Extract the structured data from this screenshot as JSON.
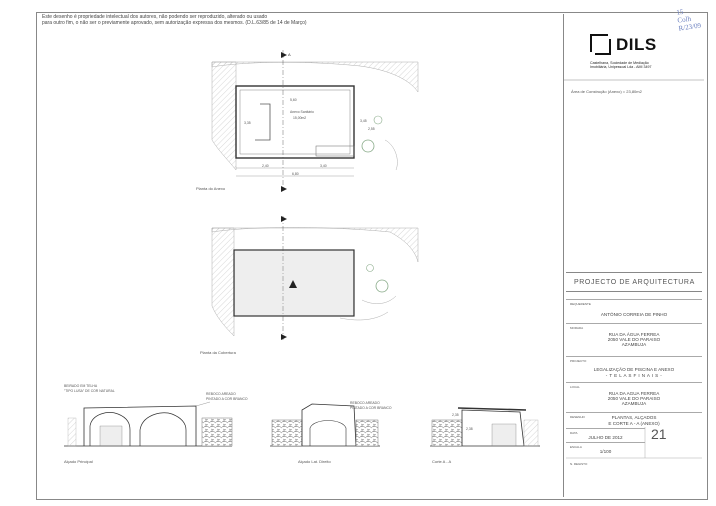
{
  "notice": {
    "line1": "Este desenho é propriedade intelectual dos autores, não podendo ser reproduzido, alterado ou usado",
    "line2": "para outro fim, o não ser o previamente aprovado, sem autorização expressa dos mesmos. (D.L.63/85 de 14 de Março)"
  },
  "stamp": {
    "line1": "15",
    "line2": "Colh",
    "line3": "R/23/09"
  },
  "logo": {
    "brand": "DILS",
    "sub1": "Castelhana, Sociedade de Mediação",
    "sub2": "Imobiliária, Unipessoal Lda - AMI 3497"
  },
  "area": "Área de Construção (Anexo) = 23,80m2",
  "project_title": "PROJECTO DE ARQUITECTURA",
  "requerente": {
    "label": "REQUERENTE",
    "name": "ANTÓNIO CORREIA DE PINHO"
  },
  "morada": {
    "label": "MORADA",
    "line1": "RUA DA ÁGUA FERREA",
    "line2": "2050 VALE DO PARAISO",
    "line3": "AZAMBUJA"
  },
  "projecto": {
    "label": "PROJECTO",
    "line1": "LEGALIZAÇÃO DE PISCINA E ANEXO",
    "line2": "- T E L A S   F I N A I S -"
  },
  "local": {
    "label": "LOCAL",
    "line1": "RUA DA AGUA FERREA",
    "line2": "2050 VALE DO PARAISO",
    "line3": "AZAMBUJA"
  },
  "desenho": {
    "label": "DESENHO",
    "line1": "PLANTAS, ALÇADOS",
    "line2": "E CORTE A - A (ANEXO)"
  },
  "data": {
    "label": "DATA",
    "value": "JULHO DE 2012"
  },
  "escala": {
    "label": "ESCALA",
    "value": "1/100"
  },
  "sheet_no": "21",
  "obs_label": "N. REGISTO",
  "drawing_labels": {
    "planta_anexo": "Planta do Anexo",
    "planta_cobertura": "Planta da Cobertura",
    "alcado_principal": "Alçado Principal",
    "alcado_lat": "Alçado Lat. Direito",
    "corte": "Corte A - A",
    "anexo_text": "Anexo Sanitário",
    "anexo_area": "15,00m2",
    "beirado1": "BEIRADO EM TELHA",
    "beirado2": "\"TIPO LUSA\" DE COR NATURAL",
    "reboco1": "REBOCO AREADO",
    "reboco2": "PINTADO A COR BRANCO",
    "reboco3": "REBOCO AREADO",
    "reboco4": "PINTADO A COR BRANCO",
    "dim_top": "5,60",
    "dim_bot1": "2,40",
    "dim_bot2": "3,40",
    "dim_bot3": "6,80",
    "dim_left": "3,35",
    "dim_r1": "3,45",
    "dim_r2": "2,55",
    "section_a": "A",
    "corte_dim1": "2,35",
    "corte_dim2": "2,38"
  }
}
